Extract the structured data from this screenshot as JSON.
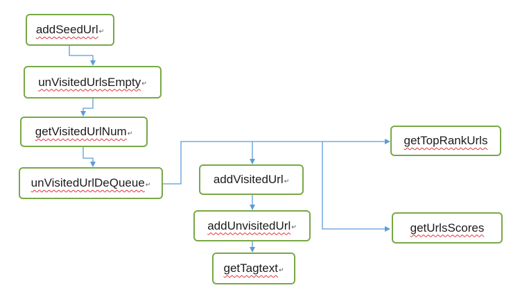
{
  "colors": {
    "node_border": "#77a845",
    "connector": "#5b9bd5",
    "spellcheck_underline": "#e0303a"
  },
  "paragraph_mark": "↵",
  "nodes": {
    "add_seed_url": "addSeedUrl",
    "unvisited_urls_empty": "unVisitedUrlsEmpty",
    "get_visited_url_num": "getVisitedUrlNum",
    "unvisited_url_dequeue": "unVisitedUrlDeQueue",
    "add_visited_url": "addVisitedUrl",
    "add_unvisited_url": "addUnvisitedUrl",
    "get_tag_text": "getTagtext",
    "get_top_rank_urls": "getTopRankUrls",
    "get_urls_scores": "getUrlsScores"
  }
}
